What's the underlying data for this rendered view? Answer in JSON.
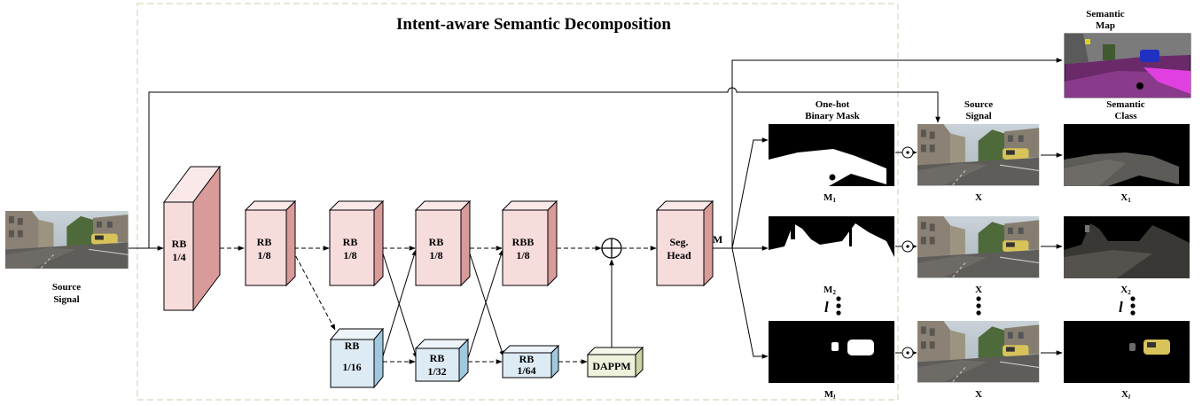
{
  "title": "Intent-aware Semantic Decomposition",
  "input": {
    "label_line1": "Source",
    "label_line2": "Signal"
  },
  "blocks": {
    "rb14": {
      "line1": "RB",
      "line2": "1/4"
    },
    "rb18a": {
      "line1": "RB",
      "line2": "1/8"
    },
    "rb18b": {
      "line1": "RB",
      "line2": "1/8"
    },
    "rb18c": {
      "line1": "RB",
      "line2": "1/8"
    },
    "rbb18": {
      "line1": "RBB",
      "line2": "1/8"
    },
    "rb116": {
      "line1": "RB",
      "line2": "1/16"
    },
    "rb132": {
      "line1": "RB",
      "line2": "1/32"
    },
    "rb164": {
      "line1": "RB",
      "line2": "1/64"
    },
    "dappm": {
      "line1": "DAPPM"
    },
    "seghead": {
      "line1": "Seg.",
      "line2": "Head"
    }
  },
  "m_label": "M",
  "columns": {
    "mask": {
      "line1": "One-hot",
      "line2": "Binary Mask"
    },
    "source": {
      "line1": "Source",
      "line2": "Signal"
    },
    "class": {
      "line1": "Semantic",
      "line2": "Class"
    },
    "semmap": {
      "line1": "Semantic",
      "line2": "Map"
    }
  },
  "captions": {
    "m1": "M",
    "m1_sub": "1",
    "m2": "M",
    "m2_sub": "2",
    "ml": "M",
    "ml_sub": "l",
    "x1": "X",
    "x2": "X",
    "x3": "X",
    "xc1": "X",
    "xc1_sub": "1",
    "xc2": "X",
    "xc2_sub": "2",
    "xcl": "X",
    "xcl_sub": "l",
    "ellipsis_l": "l"
  },
  "colors": {
    "rb_pink_front": "#f7dcdc",
    "rb_pink_side": "#d99a9a",
    "rb_pink_top": "#fbe9e9",
    "rb_blue_front": "#dcebf4",
    "rb_blue_side": "#9fc9df",
    "rb_blue_top": "#ecf4f9",
    "dappm_front": "#eef2dc",
    "dappm_side": "#c9d3a4",
    "frame": "#d9d6bc",
    "semmap_purple": "#8a3a8a",
    "semmap_magenta": "#e040e0",
    "semmap_blue": "#2030c0"
  }
}
